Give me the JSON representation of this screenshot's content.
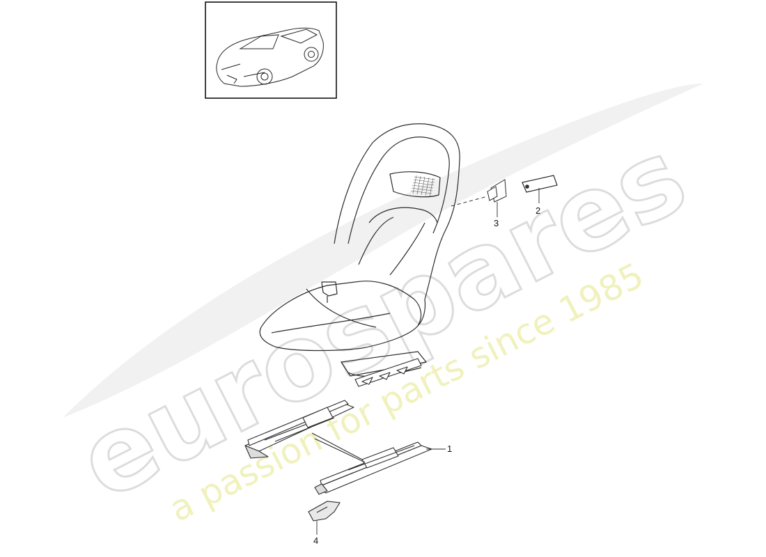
{
  "watermark": {
    "brand": "eurospares",
    "tagline": "a passion for parts since 1985",
    "brand_color": "#d9d9d9",
    "tagline_color": "#ecec9a"
  },
  "thumbnail": {
    "subject": "car-convertible-icon"
  },
  "callouts": [
    {
      "id": "1",
      "label": "1",
      "part": "seat-rail"
    },
    {
      "id": "2",
      "label": "2",
      "part": "cover-trim"
    },
    {
      "id": "3",
      "label": "3",
      "part": "clip-bracket"
    },
    {
      "id": "4",
      "label": "4",
      "part": "rail-end-cap"
    }
  ],
  "colors": {
    "line": "#2a2a2a",
    "mesh": "#555555",
    "ink": "#111111"
  }
}
